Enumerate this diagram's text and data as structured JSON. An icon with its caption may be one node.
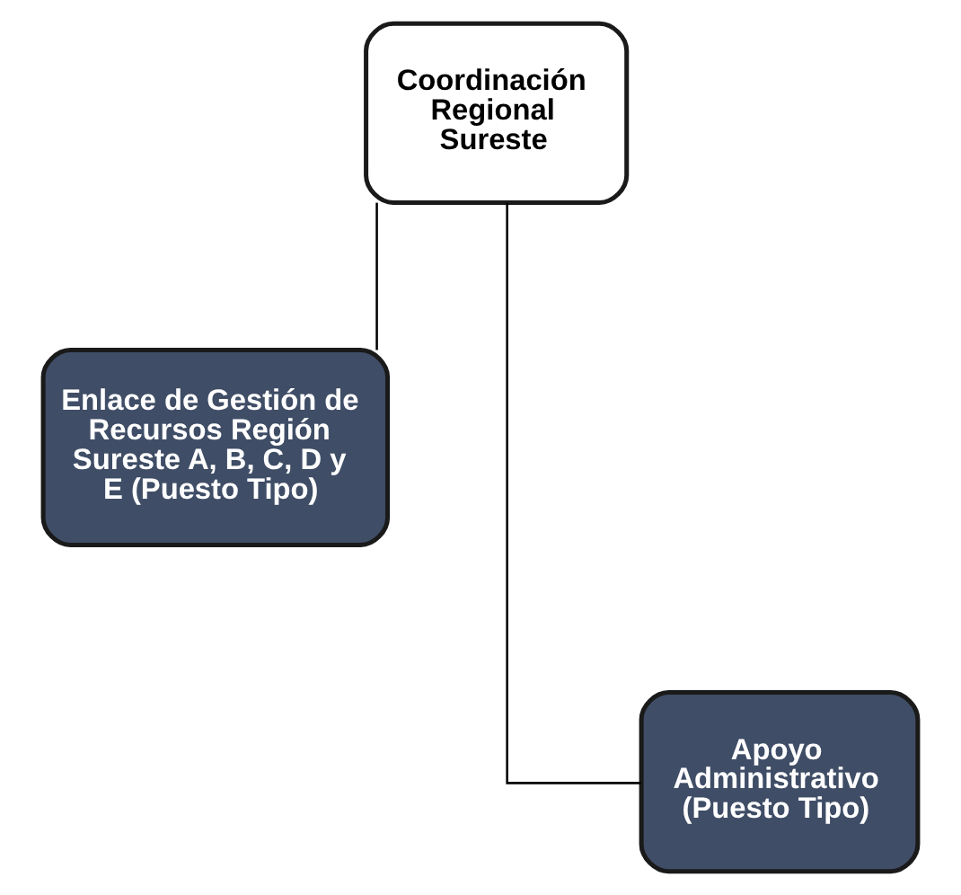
{
  "diagram": {
    "nodes": [
      {
        "text": [
          "Coordinación Regional Sureste"
        ]
      },
      {
        "text": [
          "Enlace de Gestión de Recursos Región Sureste A, B, C, D y E (Puesto Tipo)"
        ]
      },
      {
        "text": [
          "Apoyo Administrativo (Puesto Tipo)"
        ]
      }
    ],
    "edges": [
      {
        "from": 0,
        "to": 1,
        "arrow": "none"
      },
      {
        "from": 0,
        "to": 2,
        "arrow": "none"
      }
    ]
  }
}
